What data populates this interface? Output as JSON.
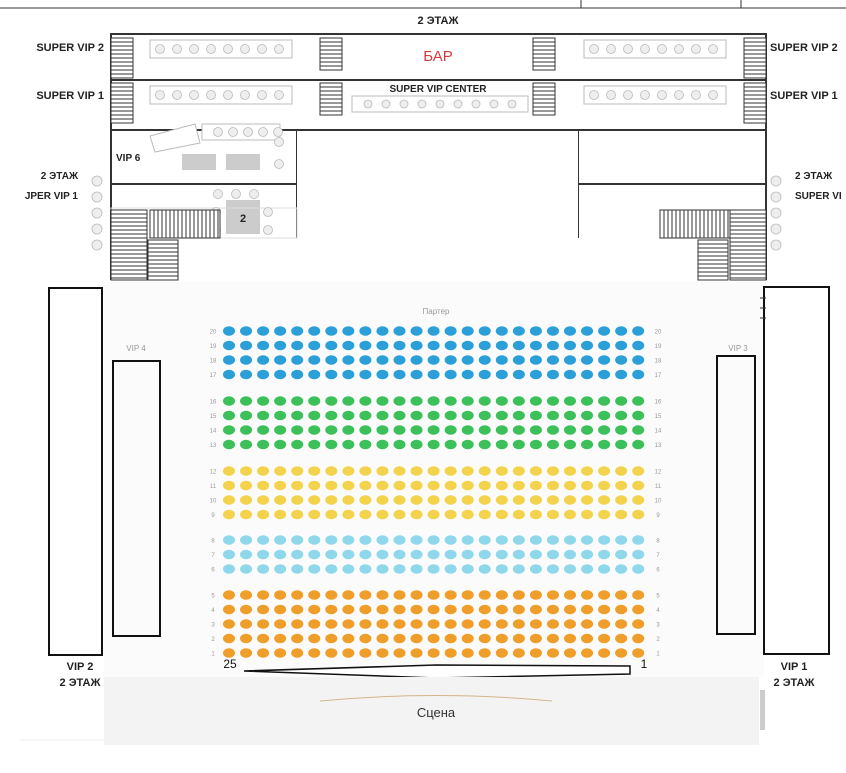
{
  "title_top": "2 ЭТАЖ",
  "bar_label": "БАР",
  "super_vip_center": "SUPER VIP CENTER",
  "left_labels": {
    "svip2": "SUPER VIP 2",
    "svip1": "SUPER VIP 1",
    "floor2": "2 ЭТАЖ",
    "svip1_cut": "JPER VIP 1"
  },
  "right_labels": {
    "svip2": "SUPER VIP 2",
    "svip1": "SUPER VIP 1",
    "floor2": "2 ЭТАЖ",
    "svip1_cut": "SUPER VI"
  },
  "vip6": "VIP 6",
  "table2": "2",
  "parter": "Партер",
  "vip4": "VIP 4",
  "vip3": "VIP 3",
  "vip2": "VIP 2",
  "vip2_floor": "2 ЭТАЖ",
  "vip1": "VIP 1",
  "vip1_floor": "2 ЭТАЖ",
  "stage": "Сцена",
  "seat_first": "1",
  "seat_last": "25",
  "seats_per_row": 25,
  "row_groups": [
    {
      "rows": [
        20,
        19,
        18,
        17
      ],
      "color": "#2a9fd8"
    },
    {
      "rows": [
        16,
        15,
        14,
        13
      ],
      "color": "#3cc05a"
    },
    {
      "rows": [
        12,
        11,
        10,
        9
      ],
      "color": "#f3d34b"
    },
    {
      "rows": [
        8,
        7,
        6
      ],
      "color": "#8fd8ec"
    },
    {
      "rows": [
        5,
        4,
        3,
        2,
        1
      ],
      "color": "#ef9e2a"
    }
  ]
}
